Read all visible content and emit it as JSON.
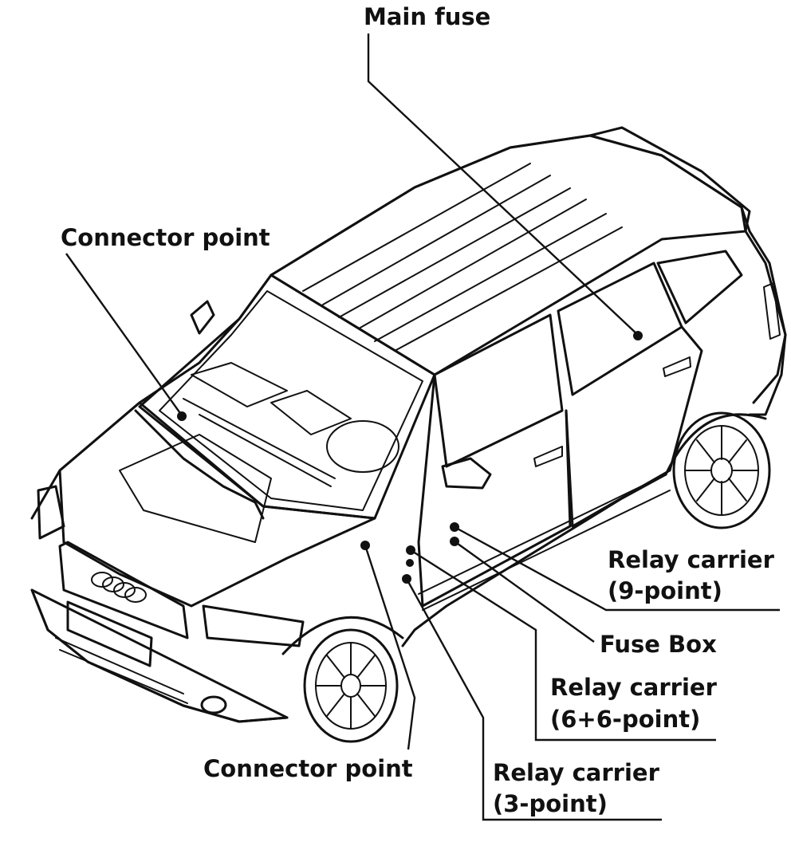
{
  "labels": {
    "main_fuse": "Main fuse",
    "connector_point_top": "Connector point",
    "relay_carrier_9": [
      "Relay carrier",
      "(9-point)"
    ],
    "fuse_box": "Fuse Box",
    "relay_carrier_6_6": [
      "Relay carrier",
      "(6+6-point)"
    ],
    "connector_point_bottom": "Connector point",
    "relay_carrier_3": [
      "Relay carrier",
      "(3-point)"
    ]
  },
  "subject_icon": "hatchback-car-line-drawing",
  "colors": {
    "ink": "#111111",
    "background": "#ffffff"
  }
}
